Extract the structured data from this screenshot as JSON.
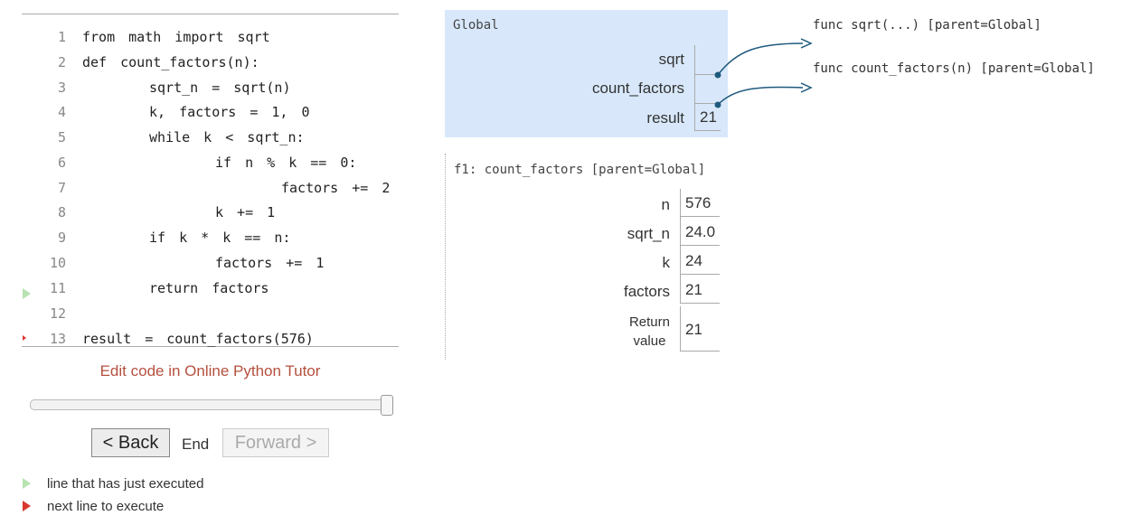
{
  "code": {
    "lines": [
      {
        "no": "1",
        "text": "from math import sqrt"
      },
      {
        "no": "2",
        "text": "def count_factors(n):"
      },
      {
        "no": "3",
        "text": "sqrt_n = sqrt(n)",
        "indent": 1
      },
      {
        "no": "4",
        "text": "k, factors = 1, 0",
        "indent": 1
      },
      {
        "no": "5",
        "text": "while k < sqrt_n:",
        "indent": 1
      },
      {
        "no": "6",
        "text": "if n % k == 0:",
        "indent": 2
      },
      {
        "no": "7",
        "text": "factors += 2",
        "indent": 3
      },
      {
        "no": "8",
        "text": "k += 1",
        "indent": 2
      },
      {
        "no": "9",
        "text": "if k * k == n:",
        "indent": 1
      },
      {
        "no": "10",
        "text": "factors += 1",
        "indent": 2
      },
      {
        "no": "11",
        "text": "return factors",
        "indent": 1
      },
      {
        "no": "12",
        "text": ""
      },
      {
        "no": "13",
        "text": "result = count_factors(576)"
      }
    ]
  },
  "edit_link": "Edit code in Online Python Tutor",
  "nav": {
    "back_label": "< Back",
    "end_label": "End",
    "forward_label": "Forward >"
  },
  "legend": {
    "executed": "line that has just executed",
    "next": "next line to execute"
  },
  "global_frame": {
    "title": "Global",
    "vars": [
      {
        "name": "sqrt",
        "value": ""
      },
      {
        "name": "count_factors",
        "value": ""
      },
      {
        "name": "result",
        "value": "21"
      }
    ]
  },
  "frame_f1": {
    "title": "f1: count_factors [parent=Global]",
    "vars": [
      {
        "name": "n",
        "value": "576"
      },
      {
        "name": "sqrt_n",
        "value": "24.0"
      },
      {
        "name": "k",
        "value": "24"
      },
      {
        "name": "factors",
        "value": "21"
      }
    ],
    "return_label_1": "Return",
    "return_label_2": "value",
    "return_value": "21"
  },
  "objects": {
    "sqrt_func": "func sqrt(...) [parent=Global]",
    "count_factors_func": "func count_factors(n) [parent=Global]"
  },
  "colors": {
    "arrow": "#1f5a7e",
    "global_bg": "#d8e8fa",
    "executed_arrow": "#b7e3b1",
    "next_arrow": "#d9372f",
    "link": "#b5503f"
  }
}
